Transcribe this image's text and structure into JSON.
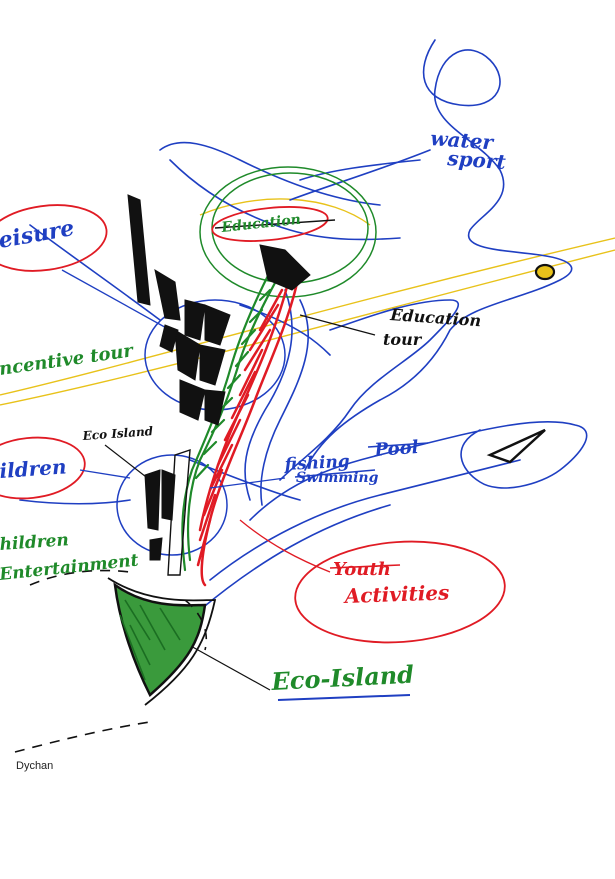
{
  "labels": {
    "water_sport": [
      "water",
      "sport"
    ],
    "leisure": "eisure",
    "education_top": "Education",
    "education_tour": [
      "Education",
      "tour"
    ],
    "incentive_tour": "ncentive tour",
    "eco_island_small": "Eco Island",
    "children": "ildren",
    "fishing": "fishing",
    "swimming": "Swimming",
    "pool": "Pool",
    "children_entertainment": [
      "hildren",
      "Entertainment"
    ],
    "youth": "Youth",
    "activities": "Activities",
    "eco_island": "Eco-Island"
  },
  "credit": "Dychan",
  "colors": {
    "blue": "#1f3fc2",
    "green": "#1f8a2a",
    "red": "#e01b24",
    "black": "#111111",
    "yellow": "#e8c21a"
  }
}
